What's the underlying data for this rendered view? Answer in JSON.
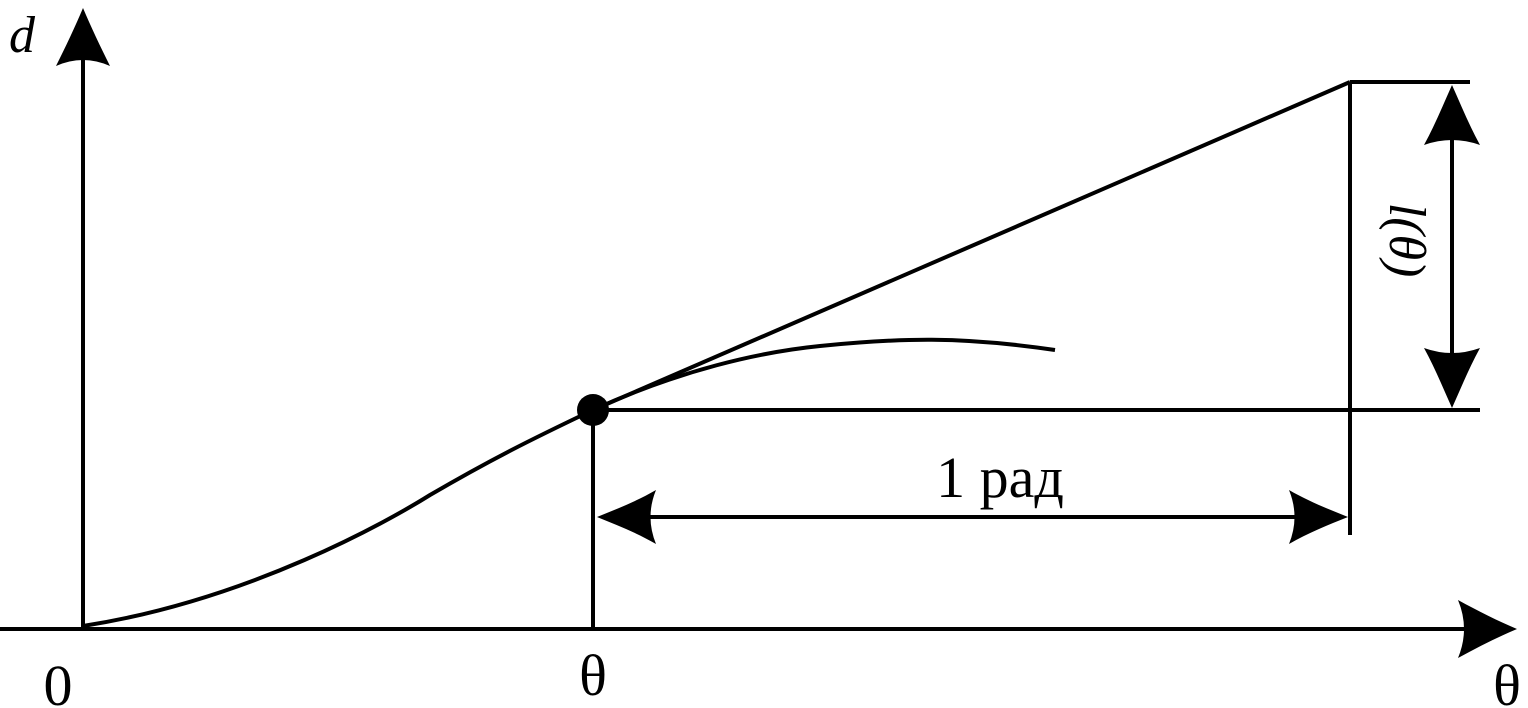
{
  "diagram": {
    "labels": {
      "y_axis": "d",
      "x_axis": "θ",
      "origin": "0",
      "theta_tick": "θ",
      "one_radian": "1 рад",
      "slope": "l(θ)"
    },
    "colors": {
      "ink": "#000000",
      "background": "#ffffff"
    }
  }
}
